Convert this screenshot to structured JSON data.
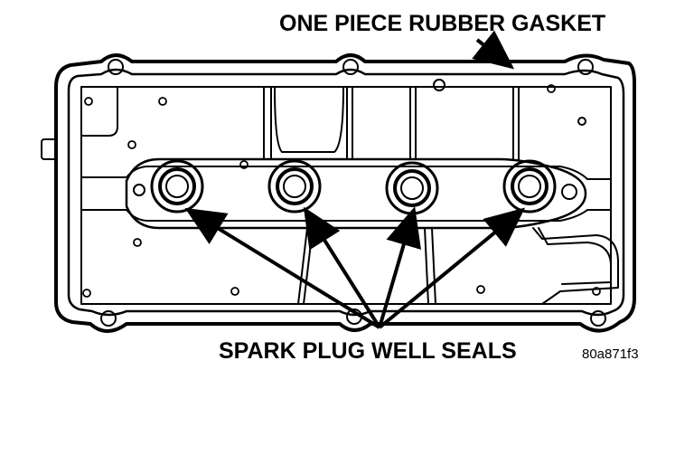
{
  "labels": {
    "gasket": "ONE PIECE RUBBER GASKET",
    "seals": "SPARK PLUG WELL SEALS",
    "figure_code": "80a871f3"
  },
  "colors": {
    "ink": "#000000",
    "paper": "#ffffff"
  }
}
